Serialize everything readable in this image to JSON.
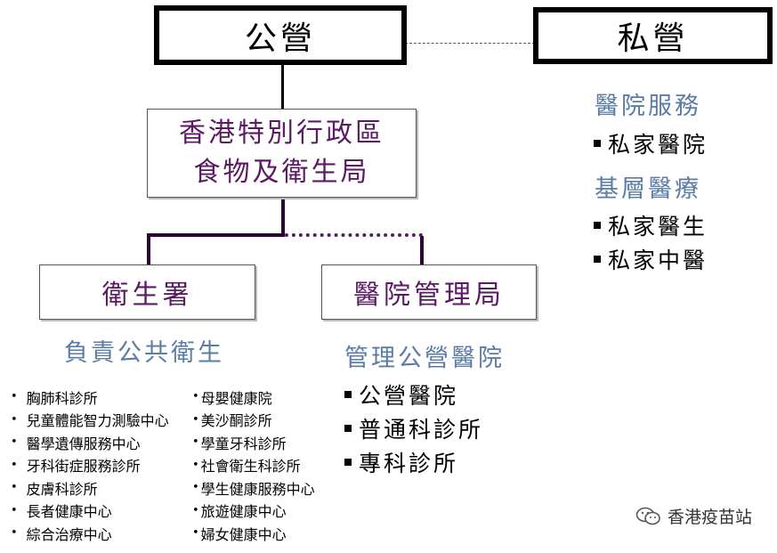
{
  "public": {
    "label": "公營"
  },
  "private": {
    "label": "私營"
  },
  "bureau": {
    "line1": "香港特別行政區",
    "line2": "食物及衛生局"
  },
  "health_dept": {
    "label": "衛生署"
  },
  "hospital_authority": {
    "label": "醫院管理局"
  },
  "private_services": {
    "hospital_heading": "醫院服務",
    "hospital_items": [
      "私家醫院"
    ],
    "primary_heading": "基層醫療",
    "primary_items": [
      "私家醫生",
      "私家中醫"
    ]
  },
  "health_dept_duties": {
    "heading": "負責公共衛生",
    "col1": [
      "胸肺科診所",
      "兒童體能智力測驗中心",
      "醫學遺傳服務中心",
      "牙科街症服務診所",
      "皮膚科診所",
      "長者健康中心",
      "綜合治療中心"
    ],
    "col2": [
      "母嬰健康院",
      "美沙酮診所",
      "學童牙科診所",
      "社會衛生科診所",
      "學生健康服務中心",
      "旅遊健康中心",
      "婦女健康中心"
    ]
  },
  "ha_duties": {
    "heading": "管理公營醫院",
    "items": [
      "公營醫院",
      "普通科診所",
      "專科診所"
    ]
  },
  "watermark": {
    "text": "香港疫苗站",
    "icon": "wechat-icon"
  },
  "colors": {
    "box_text": "#5b1a63",
    "heading": "#5a7ca6",
    "border": "#000000"
  }
}
